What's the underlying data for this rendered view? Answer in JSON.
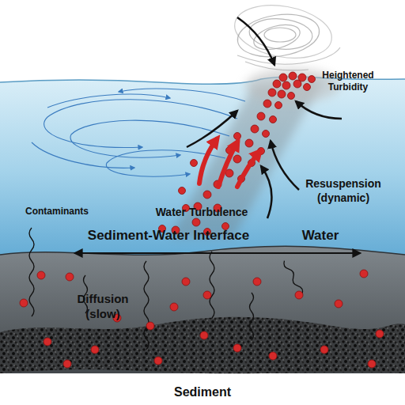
{
  "diagram": {
    "labels": [
      "Heightened Turbidity",
      "Resuspension (dynamic)",
      "Contaminants",
      "Water Turbulence",
      "Sediment-Water Interface",
      "Water",
      "Diffusion (slow)",
      "Sediment"
    ]
  }
}
